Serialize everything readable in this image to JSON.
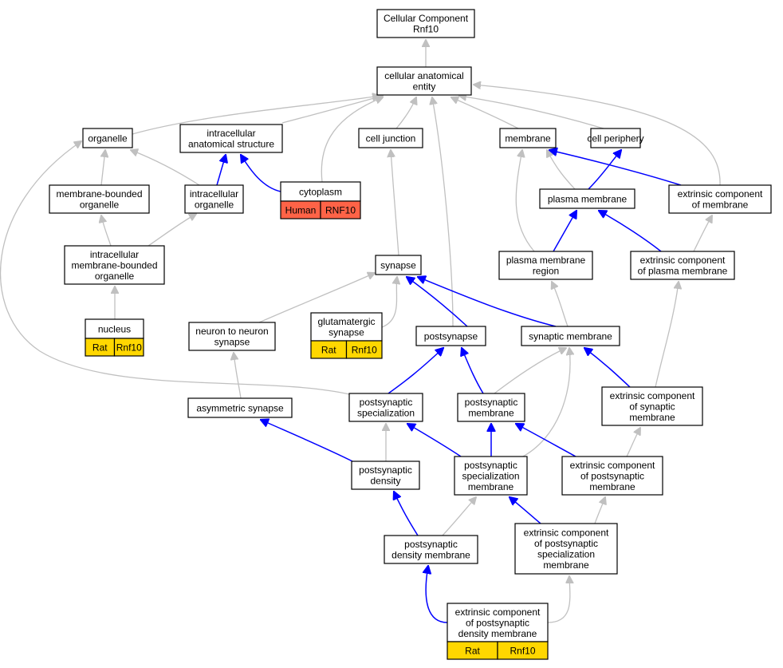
{
  "graph": {
    "colors": {
      "gray_edge": "#c0c0c0",
      "blue_edge": "#0000ff",
      "rat_tag": "#ffd700",
      "human_tag": "#ff6347"
    },
    "nodes": [
      {
        "id": "root",
        "lines": [
          "Cellular Component",
          "Rnf10"
        ]
      },
      {
        "id": "cae",
        "lines": [
          "cellular anatomical",
          "entity"
        ]
      },
      {
        "id": "organelle",
        "lines": [
          "organelle"
        ]
      },
      {
        "id": "ias",
        "lines": [
          "intracellular",
          "anatomical structure"
        ]
      },
      {
        "id": "celljunction",
        "lines": [
          "cell junction"
        ]
      },
      {
        "id": "membrane",
        "lines": [
          "membrane"
        ]
      },
      {
        "id": "cellperiphery",
        "lines": [
          "cell periphery"
        ]
      },
      {
        "id": "mbo",
        "lines": [
          "membrane-bounded",
          "organelle"
        ]
      },
      {
        "id": "io",
        "lines": [
          "intracellular",
          "organelle"
        ]
      },
      {
        "id": "cytoplasm",
        "lines": [
          "cytoplasm"
        ],
        "tags": [
          {
            "text": "Human",
            "color": "human"
          },
          {
            "text": "RNF10",
            "color": "human"
          }
        ]
      },
      {
        "id": "pm",
        "lines": [
          "plasma membrane"
        ]
      },
      {
        "id": "ecm",
        "lines": [
          "extrinsic component",
          "of membrane"
        ]
      },
      {
        "id": "imbo",
        "lines": [
          "intracellular",
          "membrane-bounded",
          "organelle"
        ]
      },
      {
        "id": "synapse",
        "lines": [
          "synapse"
        ]
      },
      {
        "id": "pmr",
        "lines": [
          "plasma membrane",
          "region"
        ]
      },
      {
        "id": "ecpm",
        "lines": [
          "extrinsic component",
          "of plasma membrane"
        ]
      },
      {
        "id": "nucleus",
        "lines": [
          "nucleus"
        ],
        "tags": [
          {
            "text": "Rat",
            "color": "rat"
          },
          {
            "text": "Rnf10",
            "color": "rat"
          }
        ]
      },
      {
        "id": "n2n",
        "lines": [
          "neuron to neuron",
          "synapse"
        ]
      },
      {
        "id": "glut",
        "lines": [
          "glutamatergic",
          "synapse"
        ],
        "tags": [
          {
            "text": "Rat",
            "color": "rat"
          },
          {
            "text": "Rnf10",
            "color": "rat"
          }
        ]
      },
      {
        "id": "postsynapse",
        "lines": [
          "postsynapse"
        ]
      },
      {
        "id": "synmem",
        "lines": [
          "synaptic membrane"
        ]
      },
      {
        "id": "asym",
        "lines": [
          "asymmetric synapse"
        ]
      },
      {
        "id": "pss",
        "lines": [
          "postsynaptic",
          "specialization"
        ]
      },
      {
        "id": "psm",
        "lines": [
          "postsynaptic",
          "membrane"
        ]
      },
      {
        "id": "ecsm",
        "lines": [
          "extrinsic component",
          "of synaptic",
          "membrane"
        ]
      },
      {
        "id": "psd",
        "lines": [
          "postsynaptic",
          "density"
        ]
      },
      {
        "id": "pssm",
        "lines": [
          "postsynaptic",
          "specialization",
          "membrane"
        ]
      },
      {
        "id": "ecpsm",
        "lines": [
          "extrinsic component",
          "of postsynaptic",
          "membrane"
        ]
      },
      {
        "id": "psdm",
        "lines": [
          "postsynaptic",
          "density membrane"
        ]
      },
      {
        "id": "ecpssm",
        "lines": [
          "extrinsic component",
          "of postsynaptic",
          "specialization",
          "membrane"
        ]
      },
      {
        "id": "ecpsdm",
        "lines": [
          "extrinsic component",
          "of postsynaptic",
          "density membrane"
        ],
        "tags": [
          {
            "text": "Rat",
            "color": "rat"
          },
          {
            "text": "Rnf10",
            "color": "rat"
          }
        ]
      }
    ],
    "edges": [
      {
        "from": "cae",
        "to": "root",
        "color": "gray"
      },
      {
        "from": "organelle",
        "to": "cae",
        "color": "gray"
      },
      {
        "from": "ias",
        "to": "cae",
        "color": "gray"
      },
      {
        "from": "cytoplasm",
        "to": "cae",
        "color": "gray"
      },
      {
        "from": "celljunction",
        "to": "cae",
        "color": "gray"
      },
      {
        "from": "postsynapse",
        "to": "cae",
        "color": "gray"
      },
      {
        "from": "membrane",
        "to": "cae",
        "color": "gray"
      },
      {
        "from": "cellperiphery",
        "to": "cae",
        "color": "gray"
      },
      {
        "from": "ecm",
        "to": "cae",
        "color": "gray"
      },
      {
        "from": "mbo",
        "to": "organelle",
        "color": "gray"
      },
      {
        "from": "io",
        "to": "organelle",
        "color": "gray"
      },
      {
        "from": "io",
        "to": "ias",
        "color": "blue"
      },
      {
        "from": "cytoplasm",
        "to": "ias",
        "color": "blue"
      },
      {
        "from": "imbo",
        "to": "mbo",
        "color": "gray"
      },
      {
        "from": "imbo",
        "to": "io",
        "color": "gray"
      },
      {
        "from": "nucleus",
        "to": "imbo",
        "color": "gray"
      },
      {
        "from": "pss",
        "to": "organelle",
        "color": "gray"
      },
      {
        "from": "synapse",
        "to": "celljunction",
        "color": "gray"
      },
      {
        "from": "pm",
        "to": "membrane",
        "color": "gray"
      },
      {
        "from": "pm",
        "to": "cellperiphery",
        "color": "blue"
      },
      {
        "from": "ecm",
        "to": "membrane",
        "color": "blue"
      },
      {
        "from": "pmr",
        "to": "membrane",
        "color": "gray"
      },
      {
        "from": "pmr",
        "to": "pm",
        "color": "blue"
      },
      {
        "from": "ecpm",
        "to": "pm",
        "color": "blue"
      },
      {
        "from": "ecpm",
        "to": "ecm",
        "color": "gray"
      },
      {
        "from": "n2n",
        "to": "synapse",
        "color": "gray"
      },
      {
        "from": "glut",
        "to": "synapse",
        "color": "gray"
      },
      {
        "from": "postsynapse",
        "to": "synapse",
        "color": "blue"
      },
      {
        "from": "synmem",
        "to": "synapse",
        "color": "blue"
      },
      {
        "from": "synmem",
        "to": "pmr",
        "color": "gray"
      },
      {
        "from": "asym",
        "to": "n2n",
        "color": "gray"
      },
      {
        "from": "pss",
        "to": "postsynapse",
        "color": "blue"
      },
      {
        "from": "psm",
        "to": "postsynapse",
        "color": "blue"
      },
      {
        "from": "psm",
        "to": "synmem",
        "color": "gray"
      },
      {
        "from": "ecsm",
        "to": "synmem",
        "color": "blue"
      },
      {
        "from": "ecsm",
        "to": "ecpm",
        "color": "gray"
      },
      {
        "from": "psd",
        "to": "asym",
        "color": "blue"
      },
      {
        "from": "psd",
        "to": "pss",
        "color": "gray"
      },
      {
        "from": "pssm",
        "to": "pss",
        "color": "blue"
      },
      {
        "from": "pssm",
        "to": "psm",
        "color": "blue"
      },
      {
        "from": "pssm",
        "to": "synmem",
        "color": "gray"
      },
      {
        "from": "ecpsm",
        "to": "psm",
        "color": "blue"
      },
      {
        "from": "ecpsm",
        "to": "ecsm",
        "color": "gray"
      },
      {
        "from": "psdm",
        "to": "psd",
        "color": "blue"
      },
      {
        "from": "psdm",
        "to": "pssm",
        "color": "gray"
      },
      {
        "from": "ecpssm",
        "to": "pssm",
        "color": "blue"
      },
      {
        "from": "ecpssm",
        "to": "ecpsm",
        "color": "gray"
      },
      {
        "from": "ecpsdm",
        "to": "psdm",
        "color": "blue"
      },
      {
        "from": "ecpsdm",
        "to": "ecpssm",
        "color": "gray"
      }
    ]
  }
}
